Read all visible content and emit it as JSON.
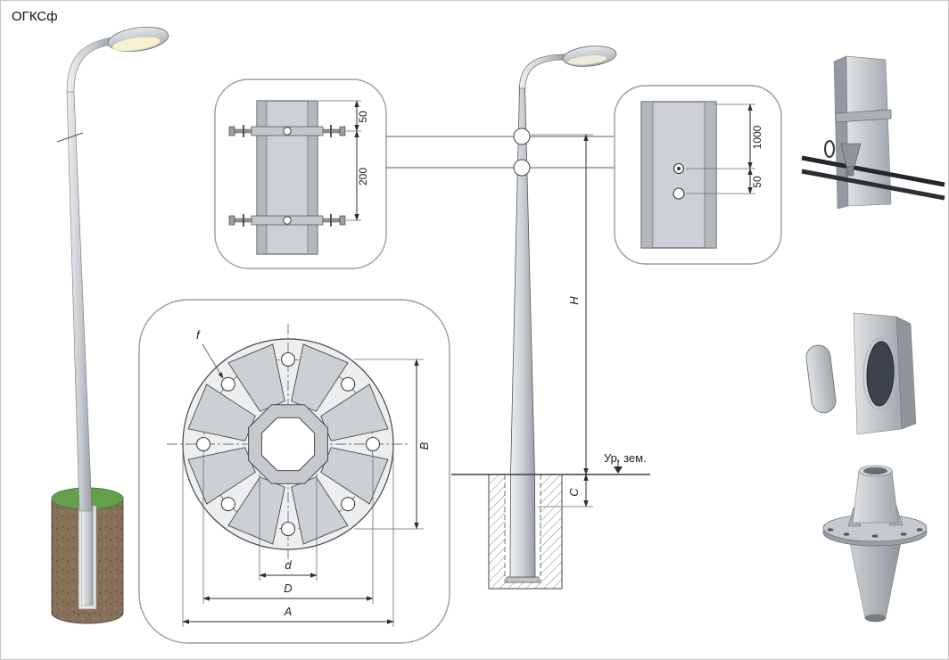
{
  "title": "ОГКСф",
  "colors": {
    "outline": "#3f3f3f",
    "dimension_line": "#2e2e2e",
    "detail_box_border": "#9a9a9a",
    "pole_light": "#e9ebed",
    "pole_mid": "#c7ccd1",
    "pole_dark": "#989ea5",
    "soil_brown": "#86705a",
    "grass_green": "#64a04c",
    "lamp_glow": "#f6f2cf",
    "hole_dark": "#3d434b"
  },
  "details": {
    "clamp_view": {
      "dim_offset": "50",
      "dim_spacing": "200"
    },
    "holes_view": {
      "dim_height": "1000",
      "dim_gap": "50"
    },
    "flange_view": {
      "hole_label": "f",
      "dim_B": "B",
      "dim_d": "d",
      "dim_D": "D",
      "dim_A": "A"
    },
    "elevation": {
      "dim_H": "H",
      "dim_C": "C",
      "ground_label": "Ур. зем."
    }
  }
}
